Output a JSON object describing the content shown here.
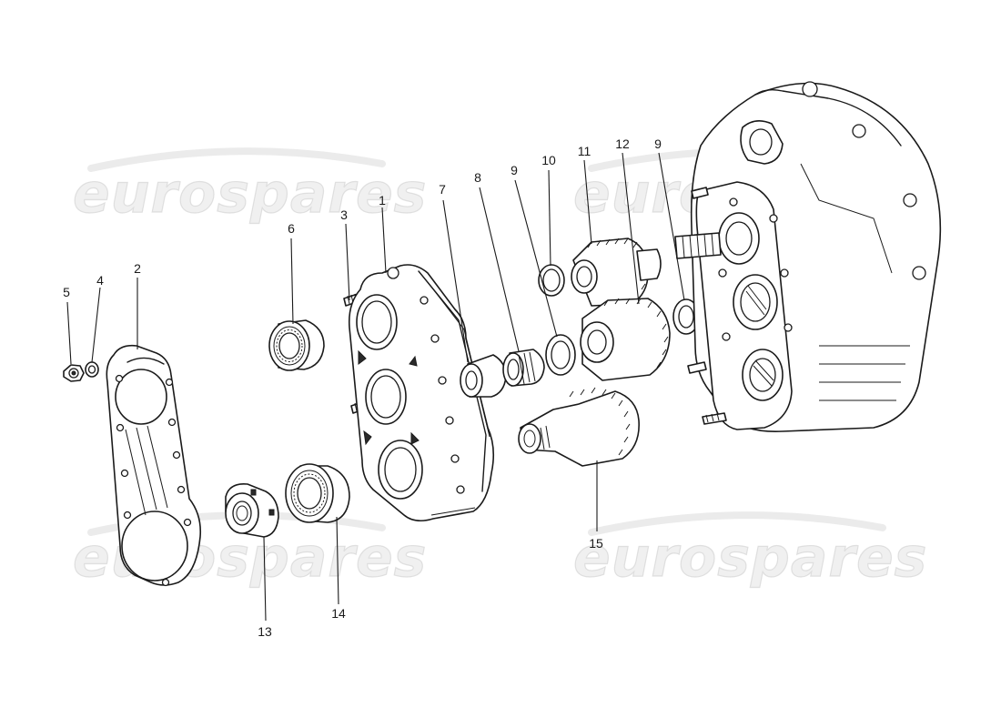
{
  "watermarks": [
    "eurospares",
    "eurospares",
    "eurospares",
    "eurospares"
  ],
  "callouts": {
    "c1": "1",
    "c2": "2",
    "c3": "3",
    "c4": "4",
    "c5": "5",
    "c6": "6",
    "c7": "7",
    "c8": "8",
    "c9a": "9",
    "c9b": "9",
    "c10": "10",
    "c11": "11",
    "c12": "12",
    "c13": "13",
    "c14": "14",
    "c15": "15"
  }
}
